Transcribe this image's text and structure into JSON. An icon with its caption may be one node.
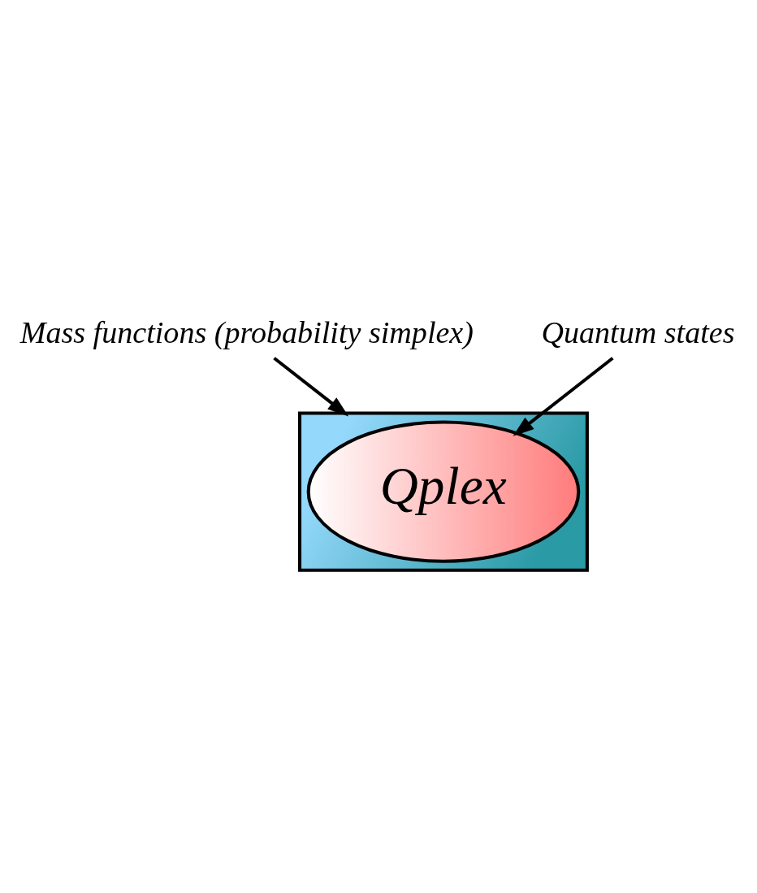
{
  "diagram": {
    "nodes": [
      {
        "text": [
          "Mass functions (probability simplex)"
        ]
      },
      {
        "text": [],
        "shape": "triangle"
      },
      {
        "text": [
          "Qplex"
        ],
        "in": 1
      },
      {
        "text": [
          "Quantum states"
        ]
      }
    ],
    "edges": [
      {
        "from": 0,
        "to": 1,
        "arrow": "to"
      },
      {
        "from": 3,
        "to": 2,
        "arrow": "to"
      }
    ]
  }
}
